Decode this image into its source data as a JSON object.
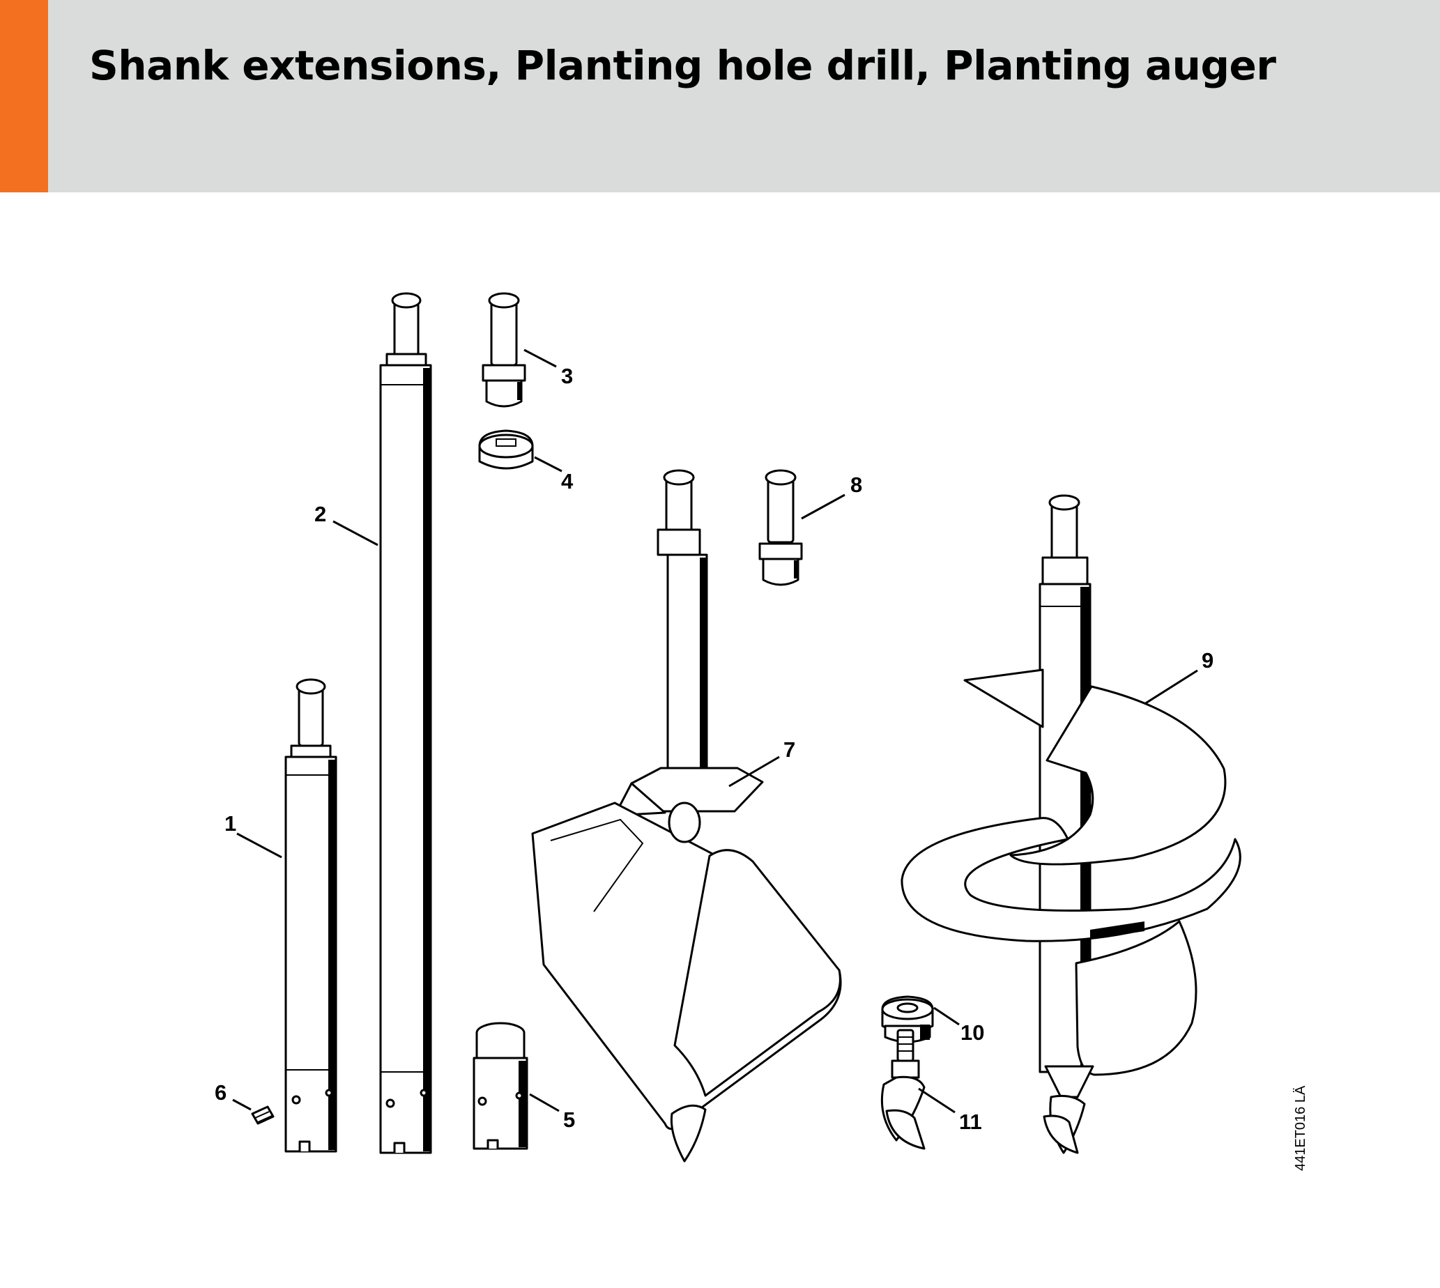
{
  "header": {
    "title": "Shank extensions, Planting hole drill, Planting auger",
    "accent_color": "#f37021",
    "background_color": "#dadbdb"
  },
  "diagram": {
    "drawing_code": "441ET016 LÄ",
    "callouts": [
      {
        "number": "1"
      },
      {
        "number": "2"
      },
      {
        "number": "3"
      },
      {
        "number": "4"
      },
      {
        "number": "5"
      },
      {
        "number": "6"
      },
      {
        "number": "7"
      },
      {
        "number": "8"
      },
      {
        "number": "9"
      },
      {
        "number": "10"
      },
      {
        "number": "11"
      }
    ]
  }
}
